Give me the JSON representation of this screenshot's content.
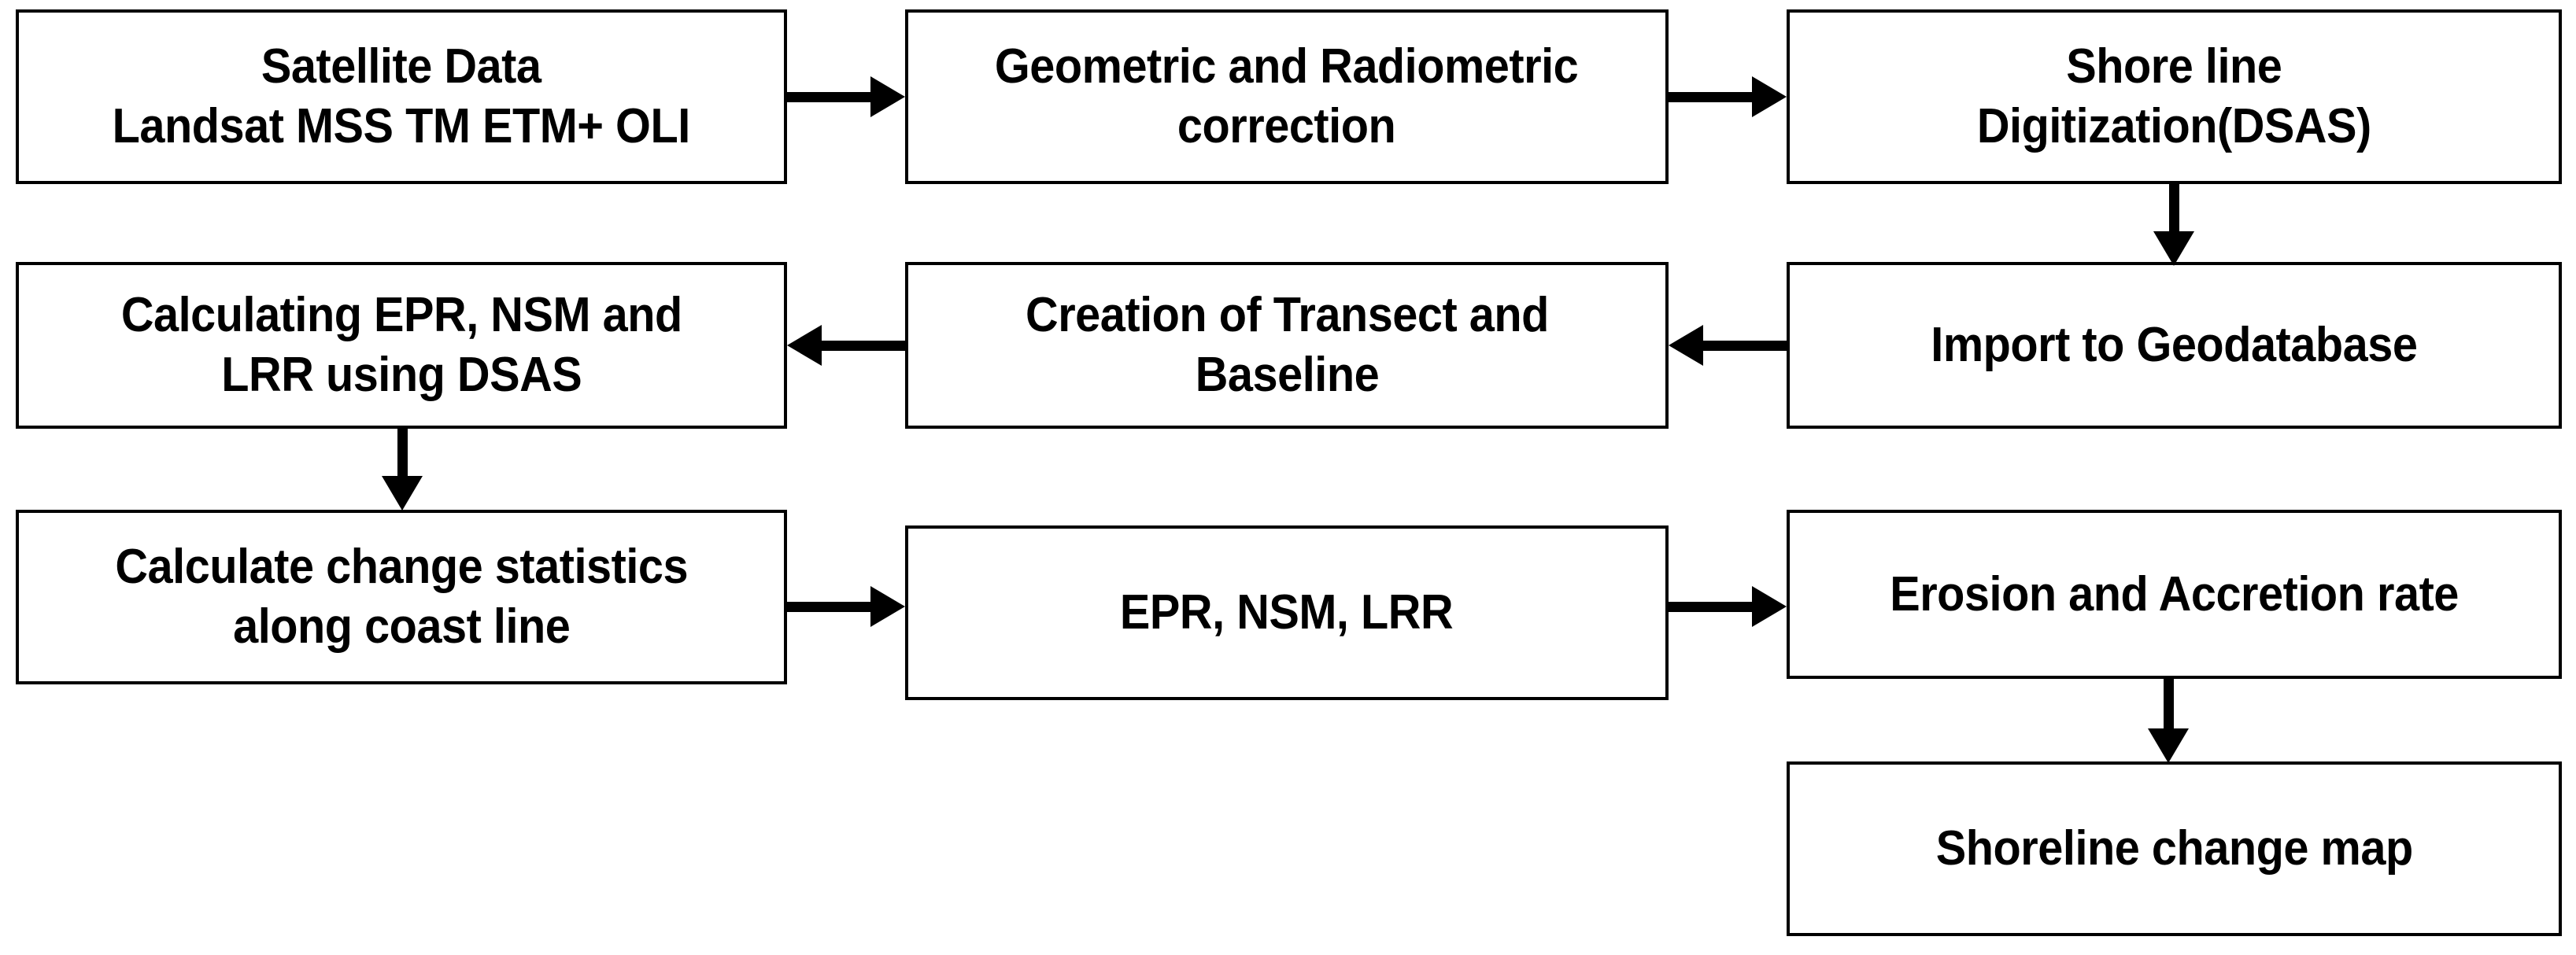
{
  "diagram": {
    "title": "Shoreline change analysis methodology flowchart",
    "background_color": "#ffffff",
    "line_color": "#000000",
    "text_color": "#000000",
    "nodes": [
      {
        "id": "satellite-data",
        "label": "Satellite Data\nLandsat MSS TM ETM+ OLI",
        "row": 1,
        "col": 1
      },
      {
        "id": "geometric-radiometric-correction",
        "label": "Geometric and Radiometric\ncorrection",
        "row": 1,
        "col": 2
      },
      {
        "id": "shore-line-digitization",
        "label": "Shore line\nDigitization(DSAS)",
        "row": 1,
        "col": 3
      },
      {
        "id": "calculating-epr-nsm-lrr",
        "label": "Calculating EPR, NSM and\nLRR using DSAS",
        "row": 2,
        "col": 1
      },
      {
        "id": "creation-of-transect-and-baseline",
        "label": "Creation of Transect and\nBaseline",
        "row": 2,
        "col": 2
      },
      {
        "id": "import-to-geodatabase",
        "label": "Import to Geodatabase",
        "row": 2,
        "col": 3
      },
      {
        "id": "calculate-change-statistics",
        "label": "Calculate change statistics\nalong coast line",
        "row": 3,
        "col": 1
      },
      {
        "id": "epr-nsm-lrr",
        "label": "EPR, NSM, LRR",
        "row": 3,
        "col": 2
      },
      {
        "id": "erosion-and-accretion-rate",
        "label": "Erosion and Accretion rate",
        "row": 3,
        "col": 3
      },
      {
        "id": "shoreline-change-map",
        "label": "Shoreline change map",
        "row": 4,
        "col": 3
      }
    ],
    "edges": [
      {
        "id": "e1",
        "from": "satellite-data",
        "to": "geometric-radiometric-correction",
        "direction": "right"
      },
      {
        "id": "e2",
        "from": "geometric-radiometric-correction",
        "to": "shore-line-digitization",
        "direction": "right"
      },
      {
        "id": "e3",
        "from": "shore-line-digitization",
        "to": "import-to-geodatabase",
        "direction": "down"
      },
      {
        "id": "e4",
        "from": "import-to-geodatabase",
        "to": "creation-of-transect-and-baseline",
        "direction": "left"
      },
      {
        "id": "e5",
        "from": "creation-of-transect-and-baseline",
        "to": "calculating-epr-nsm-lrr",
        "direction": "left"
      },
      {
        "id": "e6",
        "from": "calculating-epr-nsm-lrr",
        "to": "calculate-change-statistics",
        "direction": "down"
      },
      {
        "id": "e7",
        "from": "calculate-change-statistics",
        "to": "epr-nsm-lrr",
        "direction": "right"
      },
      {
        "id": "e8",
        "from": "epr-nsm-lrr",
        "to": "erosion-and-accretion-rate",
        "direction": "right"
      },
      {
        "id": "e9",
        "from": "erosion-and-accretion-rate",
        "to": "shoreline-change-map",
        "direction": "down"
      }
    ]
  }
}
